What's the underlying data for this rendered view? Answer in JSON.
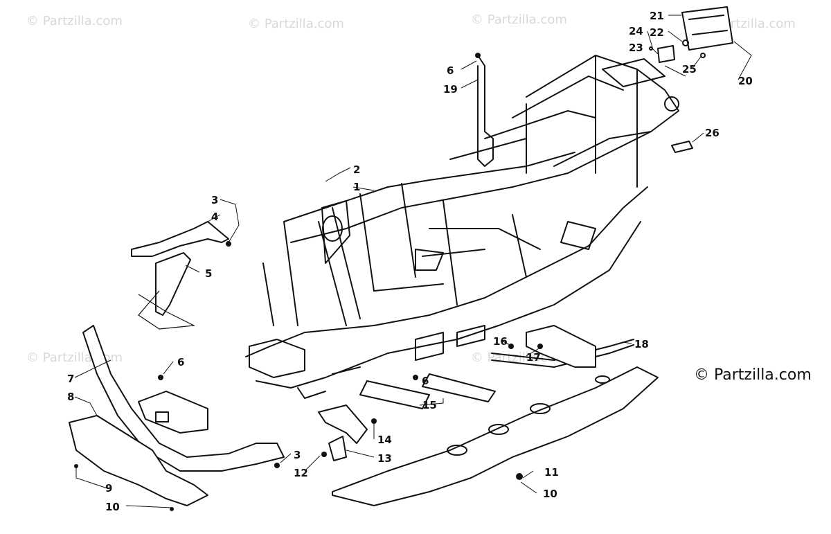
{
  "diagram": {
    "watermark": "© Partzilla.com",
    "brand_text": "© Partzilla.com",
    "callouts": [
      {
        "id": "c1",
        "text": "1"
      },
      {
        "id": "c2",
        "text": "2"
      },
      {
        "id": "c3a",
        "text": "3"
      },
      {
        "id": "c3b",
        "text": "3"
      },
      {
        "id": "c4",
        "text": "4"
      },
      {
        "id": "c5",
        "text": "5"
      },
      {
        "id": "c6a",
        "text": "6"
      },
      {
        "id": "c6b",
        "text": "6"
      },
      {
        "id": "c6c",
        "text": "6"
      },
      {
        "id": "c7",
        "text": "7"
      },
      {
        "id": "c8",
        "text": "8"
      },
      {
        "id": "c9",
        "text": "9"
      },
      {
        "id": "c10a",
        "text": "10"
      },
      {
        "id": "c10b",
        "text": "10"
      },
      {
        "id": "c11",
        "text": "11"
      },
      {
        "id": "c12",
        "text": "12"
      },
      {
        "id": "c13",
        "text": "13"
      },
      {
        "id": "c14",
        "text": "14"
      },
      {
        "id": "c15",
        "text": "15"
      },
      {
        "id": "c16",
        "text": "16"
      },
      {
        "id": "c17",
        "text": "17"
      },
      {
        "id": "c18",
        "text": "18"
      },
      {
        "id": "c19",
        "text": "19"
      },
      {
        "id": "c20",
        "text": "20"
      },
      {
        "id": "c21",
        "text": "21"
      },
      {
        "id": "c22",
        "text": "22"
      },
      {
        "id": "c23",
        "text": "23"
      },
      {
        "id": "c24",
        "text": "24"
      },
      {
        "id": "c25",
        "text": "25"
      },
      {
        "id": "c26",
        "text": "26"
      }
    ]
  }
}
